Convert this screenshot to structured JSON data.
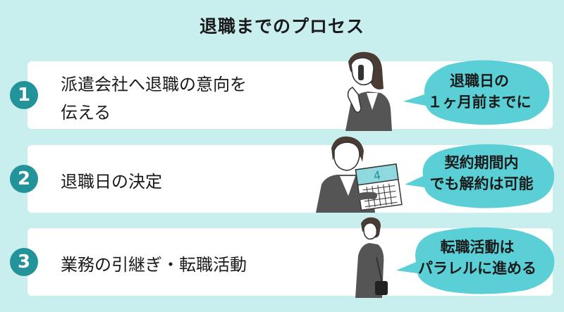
{
  "title": "退職までのプロセス",
  "steps": [
    {
      "number": "1",
      "text_line1": "派遣会社へ退職の意向を",
      "text_line2": "伝える",
      "bubble_line1": "退職日の",
      "bubble_line2": "１ヶ月前までに"
    },
    {
      "number": "2",
      "text_line1": "退職日の決定",
      "bubble_line1": "契約期間内",
      "bubble_line2": "でも解約は可能"
    },
    {
      "number": "3",
      "text_line1": "業務の引継ぎ・転職活動",
      "bubble_line1": "転職活動は",
      "bubble_line2": "パラレルに進める"
    }
  ],
  "calendar_number": "4",
  "colors": {
    "background": "#c8eeee",
    "accent": "#23939a",
    "bubble": "#5ad0d6"
  }
}
